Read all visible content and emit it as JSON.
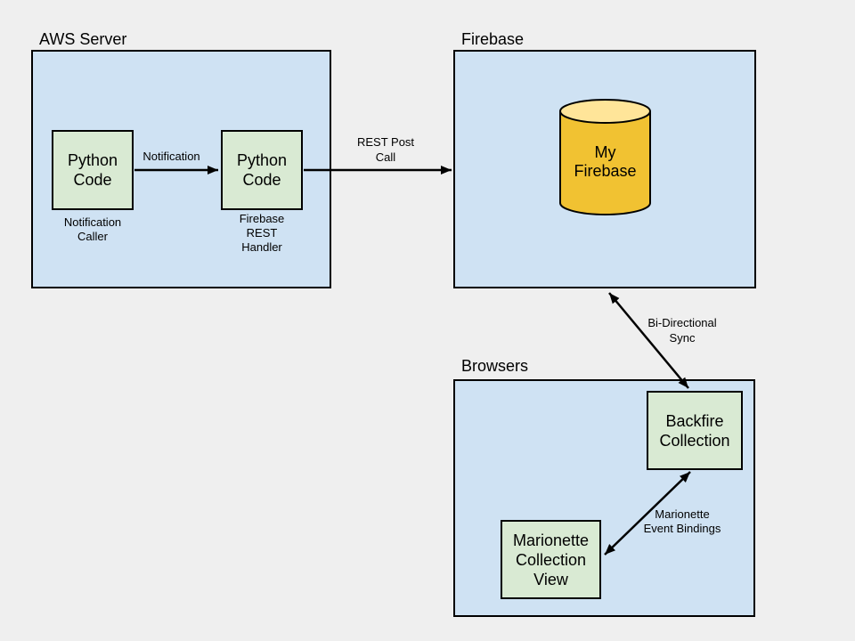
{
  "colors": {
    "page-bg": "#efefef",
    "container-fill": "#cfe2f3",
    "node-fill": "#d9ead3",
    "cylinder-body": "#f1c232",
    "cylinder-top": "#ffe599",
    "stroke": "#000000"
  },
  "aws": {
    "title": "AWS Server",
    "node1": {
      "label": "Python\nCode",
      "caption": "Notification\nCaller"
    },
    "node2": {
      "label": "Python\nCode",
      "caption": "Firebase\nREST\nHandler"
    }
  },
  "firebase": {
    "title": "Firebase",
    "db": {
      "label": "My\nFirebase"
    }
  },
  "browsers": {
    "title": "Browsers",
    "backfire": {
      "label": "Backfire\nCollection"
    },
    "marionette": {
      "label": "Marionette\nCollection\nView"
    }
  },
  "arrows": {
    "notification": {
      "label": "Notification"
    },
    "rest_post": {
      "label": "REST Post\nCall"
    },
    "bidir": {
      "label": "Bi-Directional\nSync"
    },
    "marionette_bindings": {
      "label": "Marionette\nEvent Bindings"
    }
  }
}
